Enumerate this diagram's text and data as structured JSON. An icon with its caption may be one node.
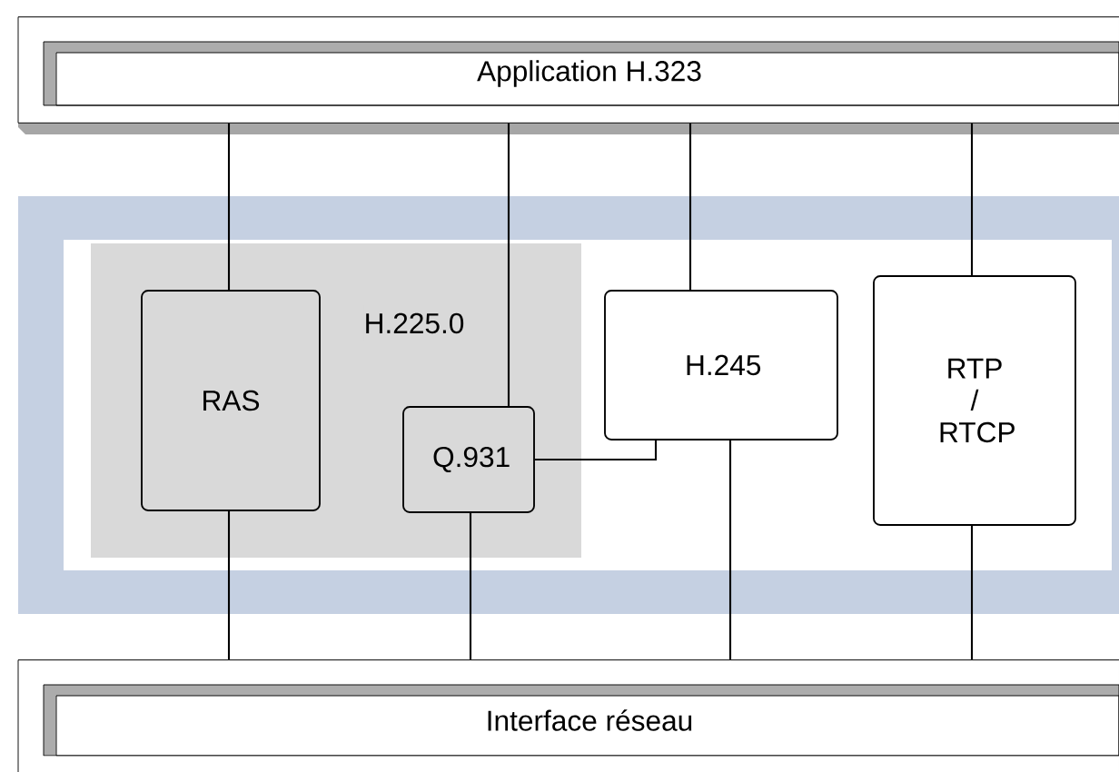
{
  "diagram": {
    "nodes": [
      {
        "text": [
          "Application H.323"
        ]
      },
      {
        "text": [
          "H.225.0"
        ]
      },
      {
        "text": [
          "RAS"
        ],
        "in": 1
      },
      {
        "text": [
          "Q.931"
        ],
        "in": 1
      },
      {
        "text": [
          "H.245"
        ]
      },
      {
        "text": [
          "RTP / RTCP"
        ]
      },
      {
        "text": [
          "Interface réseau"
        ]
      }
    ],
    "edges": [
      {
        "from": 0,
        "to": 2,
        "arrow": "none"
      },
      {
        "from": 0,
        "to": 3,
        "arrow": "none"
      },
      {
        "from": 0,
        "to": 4,
        "arrow": "none"
      },
      {
        "from": 0,
        "to": 5,
        "arrow": "none"
      },
      {
        "from": 3,
        "to": 4,
        "arrow": "none"
      },
      {
        "from": 2,
        "to": 6,
        "arrow": "none"
      },
      {
        "from": 3,
        "to": 6,
        "arrow": "none"
      },
      {
        "from": 4,
        "to": 6,
        "arrow": "none"
      },
      {
        "from": 5,
        "to": 6,
        "arrow": "none"
      }
    ]
  }
}
